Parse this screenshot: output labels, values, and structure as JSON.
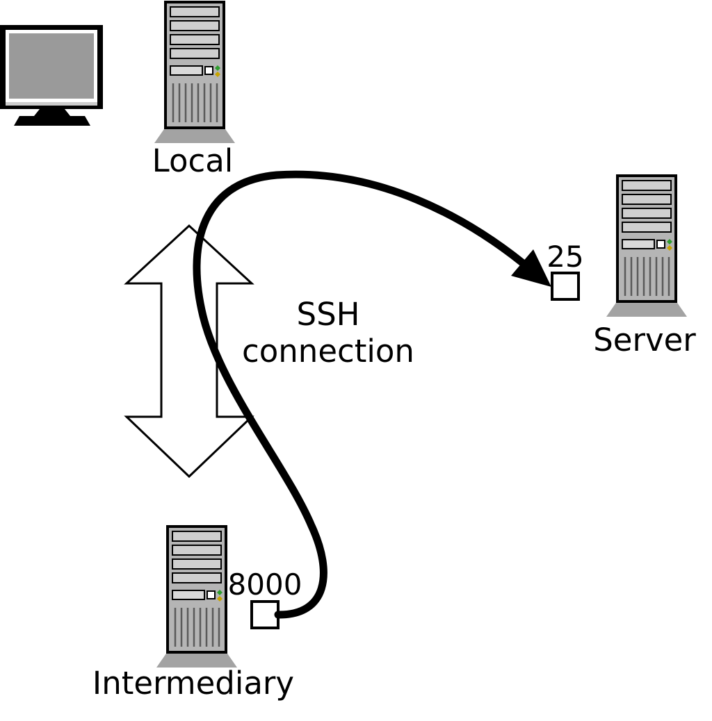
{
  "nodes": {
    "local": {
      "label": "Local"
    },
    "server": {
      "label": "Server",
      "port": "25"
    },
    "intermediary": {
      "label": "Intermediary",
      "port": "8000"
    }
  },
  "ssh_arrow": {
    "line1": "SSH",
    "line2": "connection"
  },
  "colors": {
    "background": "#ffffff",
    "tower_body": "#b5b5b5",
    "tower_slat": "#cfcfcf",
    "tower_base": "#a3a3a3",
    "monitor_screen": "#9a9a9a",
    "led_green": "#2e9e2e",
    "led_amber": "#c8a400",
    "line": "#000000"
  }
}
